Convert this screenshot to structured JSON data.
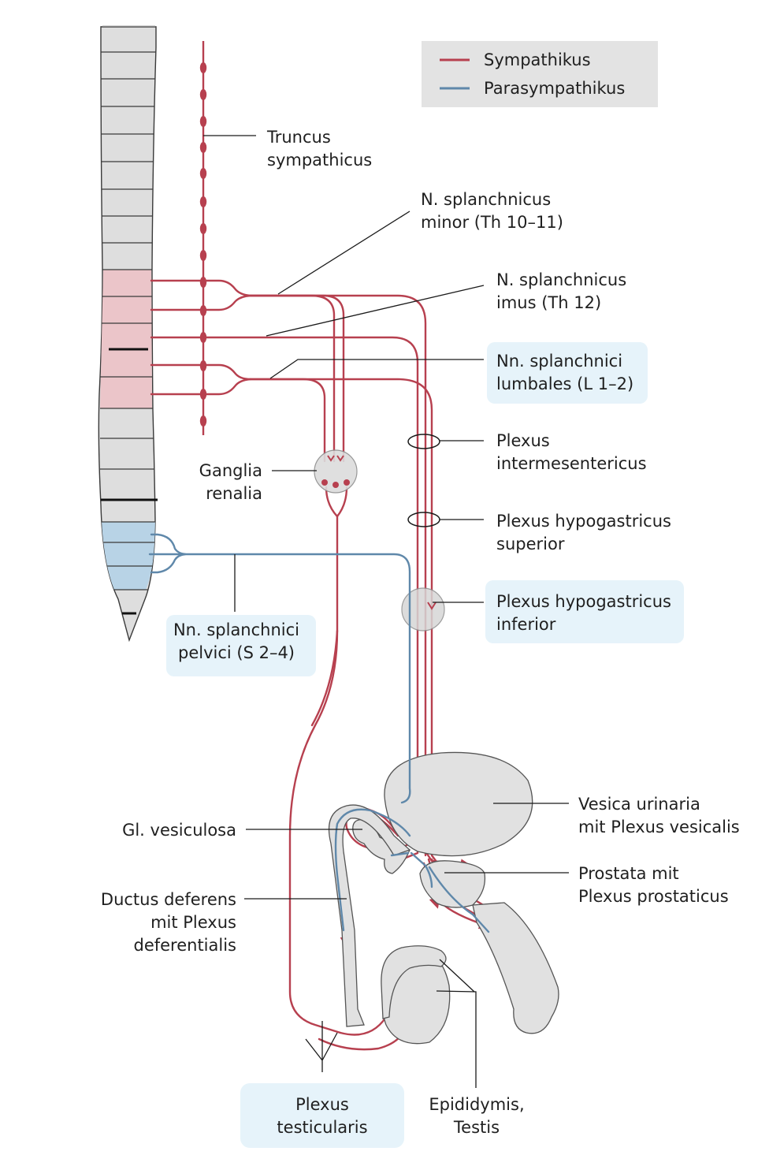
{
  "legend": {
    "items": [
      {
        "label": "Sympathikus",
        "color": "#b7404f"
      },
      {
        "label": "Parasympathikus",
        "color": "#5f88aa"
      }
    ]
  },
  "colors": {
    "sympathetic": "#b7404f",
    "parasympathetic": "#5f88aa",
    "organ_fill": "#e1e1e1",
    "label_highlight": "#e6f3fa",
    "vertebra_thoracolumbar": "#ebc5c9",
    "vertebra_sacral": "#b8d3e6"
  },
  "labels": {
    "truncus_1": "Truncus",
    "truncus_2": "sympathicus",
    "minor_1": "N. splanchnicus",
    "minor_2": "minor (Th 10–11)",
    "imus_1": "N. splanchnicus",
    "imus_2": "imus (Th 12)",
    "lumbales_1": "Nn. splanchnici",
    "lumbales_2": "lumbales (L 1–2)",
    "intermes_1": "Plexus",
    "intermes_2": "intermesentericus",
    "hypsup_1": "Plexus hypogastricus",
    "hypsup_2": "superior",
    "hypinf_1": "Plexus hypogastricus",
    "hypinf_2": "inferior",
    "ganglia_1": "Ganglia",
    "ganglia_2": "renalia",
    "pelvici_1": "Nn. splanchnici",
    "pelvici_2": "pelvici (S 2–4)",
    "vesica_1": "Vesica urinaria",
    "vesica_2": "mit Plexus vesicalis",
    "vesiculosa": "Gl. vesiculosa",
    "prostata_1": "Prostata mit",
    "prostata_2": "Plexus prostaticus",
    "ductus_1": "Ductus deferens",
    "ductus_2": "mit Plexus",
    "ductus_3": "deferentialis",
    "testicularis_1": "Plexus",
    "testicularis_2": "testicularis",
    "epididymis_1": "Epididymis,",
    "epididymis_2": "Testis"
  }
}
